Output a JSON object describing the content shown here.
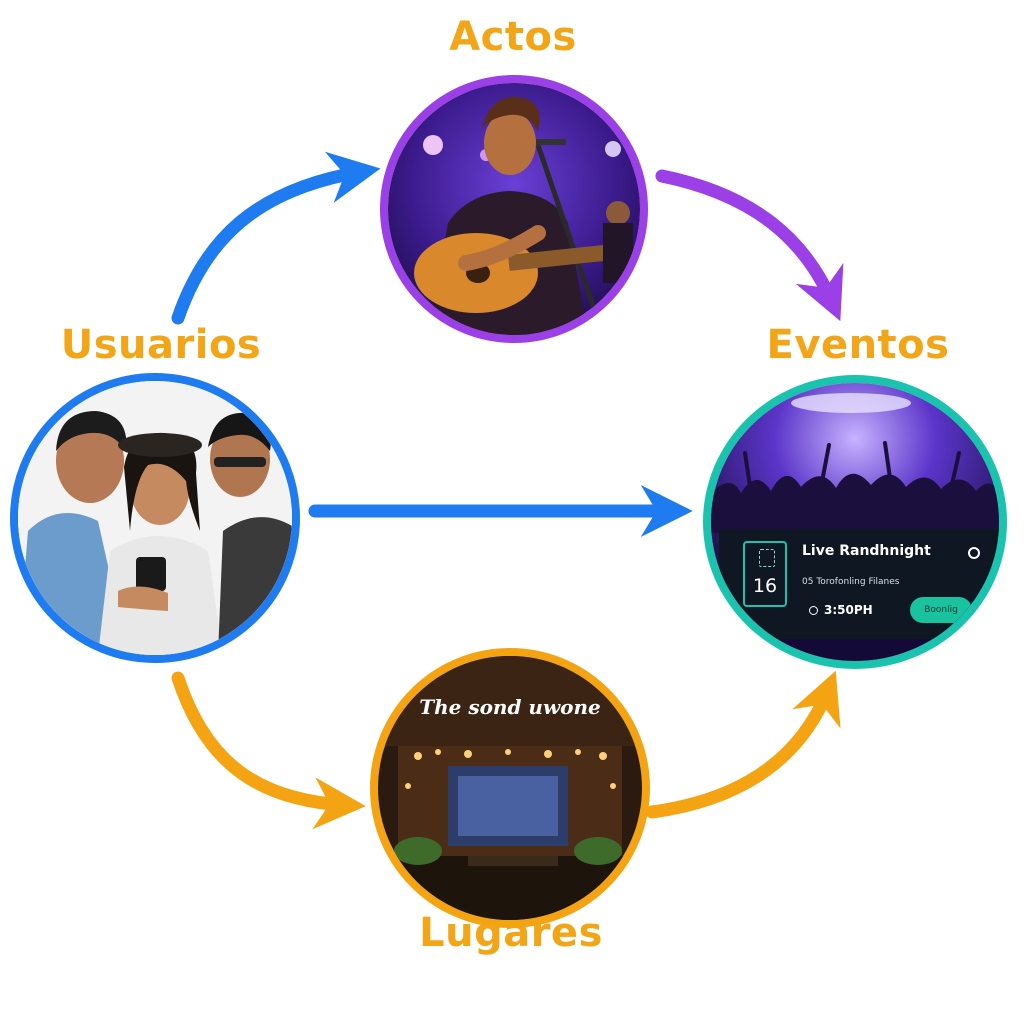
{
  "nodes": {
    "actos": {
      "label": "Actos",
      "ring_color": "#9B3FE6"
    },
    "usuarios": {
      "label": "Usuarios",
      "ring_color": "#1E7BF0"
    },
    "eventos": {
      "label": "Eventos",
      "ring_color": "#19C3AE"
    },
    "lugares": {
      "label": "Lugares",
      "ring_color": "#F4A312"
    }
  },
  "label_color": "#F2A516",
  "venue_sign": "The sond uwone",
  "event_card": {
    "title": "Live Randhnight",
    "day": "16",
    "venue": "05 Torofonling Filanes",
    "time": "3:50PH",
    "button_label": "Boonlig"
  },
  "arrows": [
    {
      "from": "usuarios",
      "to": "actos",
      "color": "#1E7BF0"
    },
    {
      "from": "actos",
      "to": "eventos",
      "color": "#9B3FE6"
    },
    {
      "from": "usuarios",
      "to": "eventos",
      "color": "#1E7BF0"
    },
    {
      "from": "usuarios",
      "to": "lugares",
      "color": "#F4A312"
    },
    {
      "from": "lugares",
      "to": "eventos",
      "color": "#F4A312"
    }
  ]
}
